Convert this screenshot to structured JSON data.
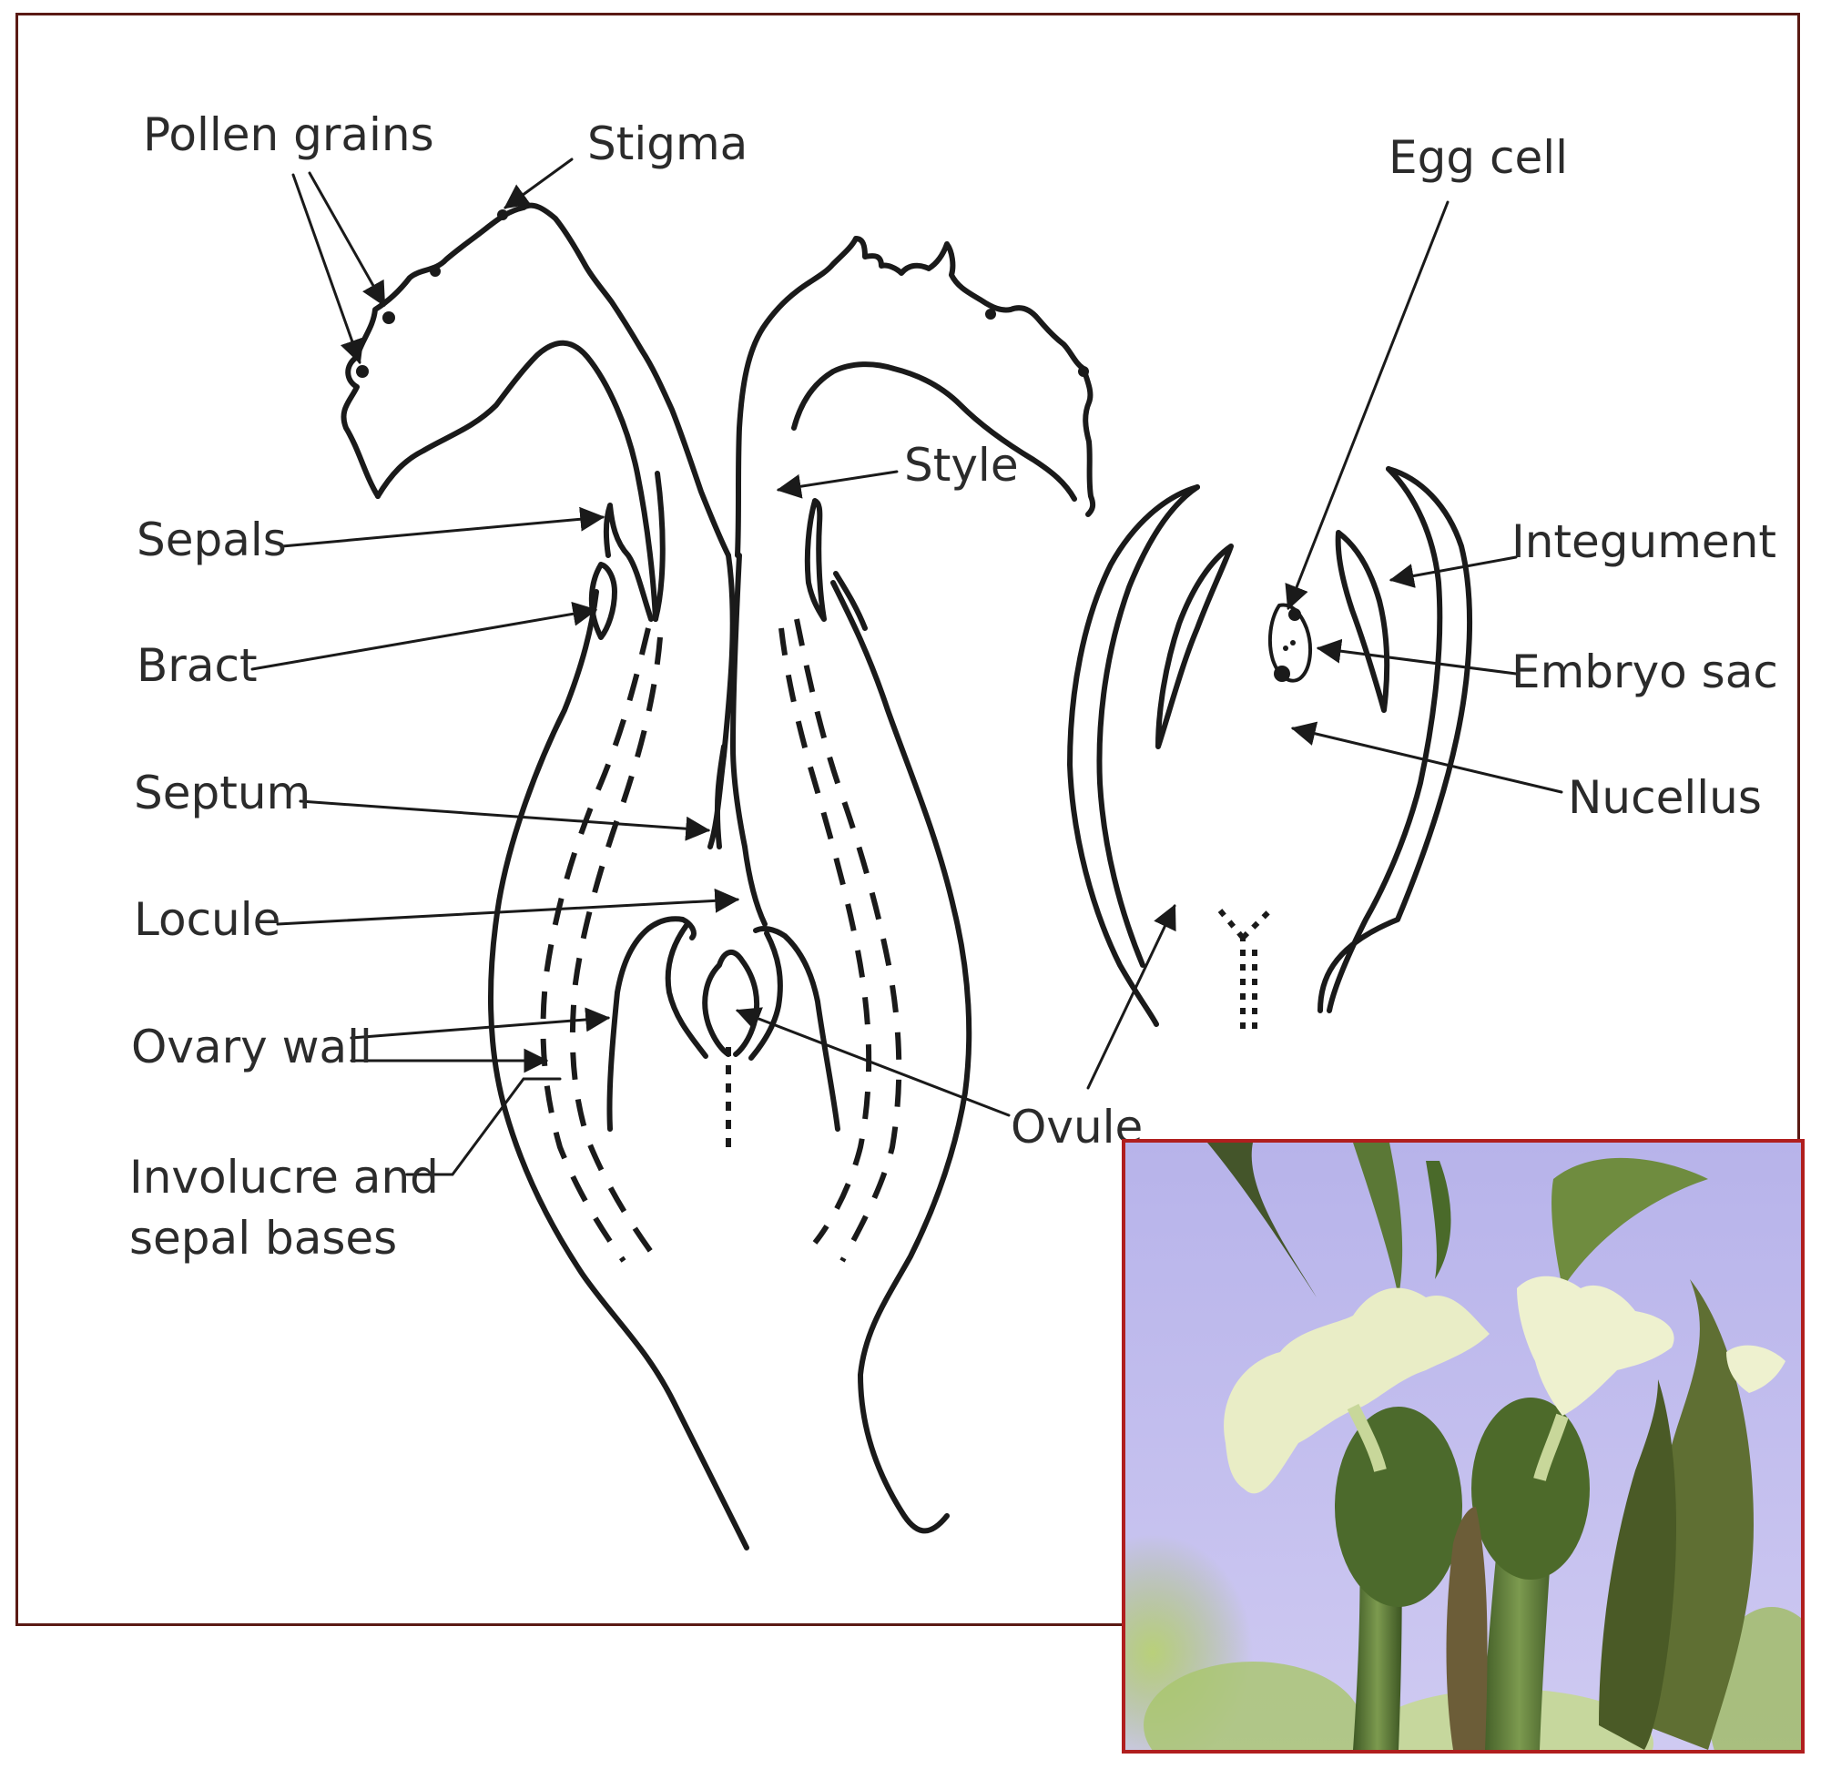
{
  "labels": {
    "pollen_grains": "Pollen grains",
    "stigma": "Stigma",
    "egg_cell": "Egg cell",
    "style": "Style",
    "sepals": "Sepals",
    "integument": "Integument",
    "bract": "Bract",
    "embryo_sac": "Embryo sac",
    "septum": "Septum",
    "nucellus": "Nucellus",
    "locule": "Locule",
    "ovary_wall": "Ovary wall",
    "ovule": "Ovule",
    "involucre_line1": "Involucre and",
    "involucre_line2": "sepal bases"
  },
  "colors": {
    "frame_border": "#5a1a14",
    "inset_border": "#b01e1e",
    "ink": "#1a1a1a",
    "label_text": "#2b2b2b",
    "photo_background": "#c9c4ee",
    "photo_leaf": "#5f7a3a",
    "photo_stigma": "#e8ecc0"
  }
}
